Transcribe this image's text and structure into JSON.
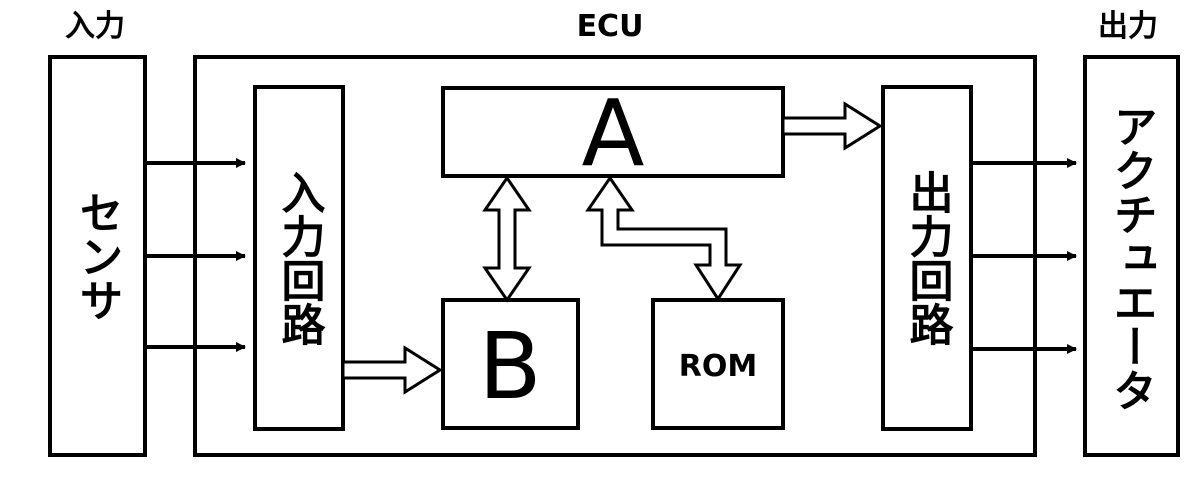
{
  "headers": {
    "input": "入力",
    "ecu": "ECU",
    "output": "出力"
  },
  "blocks": {
    "sensor": "センサ",
    "input_circuit": "入力回路",
    "a": "A",
    "b": "B",
    "rom": "ROM",
    "output_circuit": "出力回路",
    "actuator": "アクチュエータ"
  }
}
